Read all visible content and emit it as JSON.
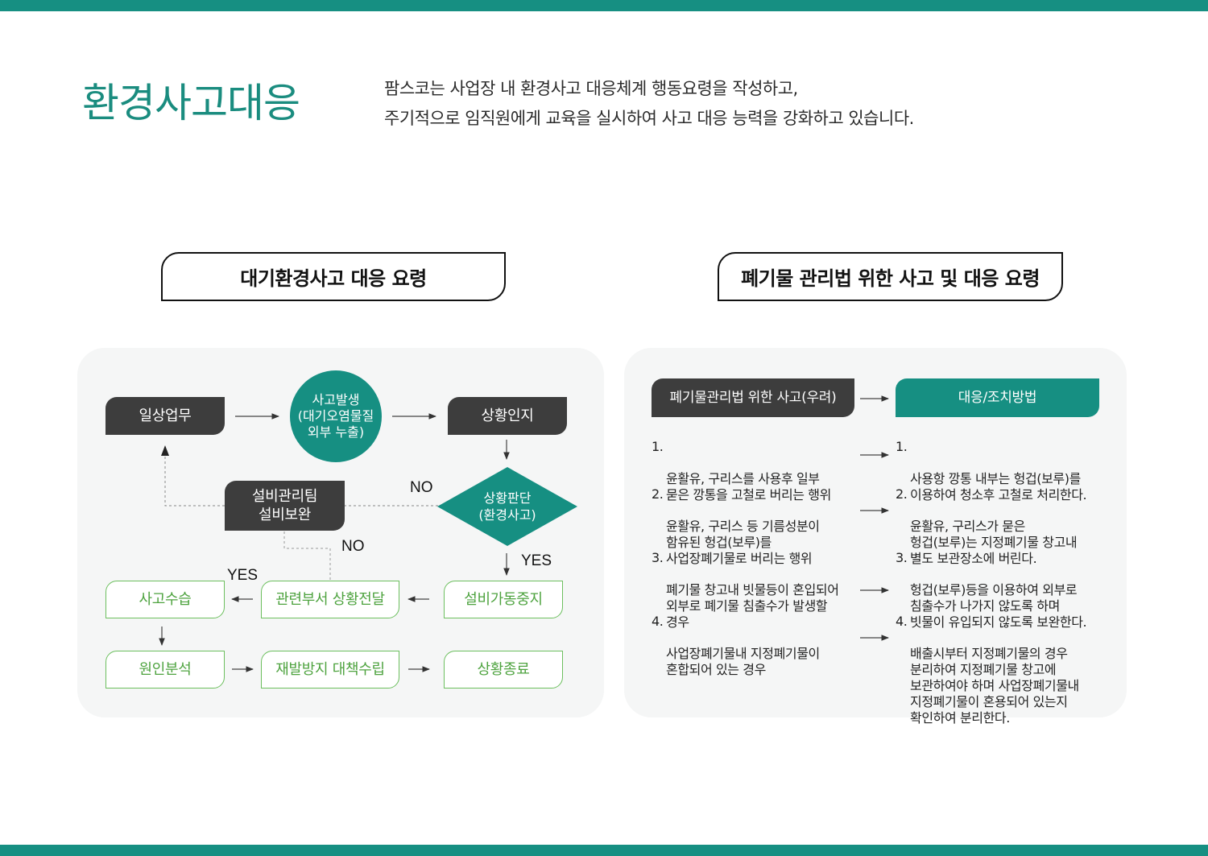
{
  "header": {
    "title": "환경사고대응",
    "intro_lines": [
      "팜스코는 사업장 내 환경사고 대응체계 행동요령을 작성하고,",
      "주기적으로 임직원에게 교육을 실시하여 사고 대응 능력을 강화하고 있습니다."
    ]
  },
  "colors": {
    "accent_teal": "#168f82",
    "dark_box": "#3d3d3d",
    "green_outline": "#6cbf5e",
    "green_text": "#4ea33f",
    "panel_bg": "#f5f6f6"
  },
  "left_section": {
    "title": "대기환경사고 대응 요령",
    "flow": {
      "daily_work": "일상업무",
      "accident_occurrence": [
        "사고발생",
        "(대기오염물질",
        "외부 누출)"
      ],
      "situation_recognition": "상황인지",
      "situation_judgment": [
        "상황판단",
        "(환경사고)"
      ],
      "facility_team": [
        "설비관리팀",
        "설비보완"
      ],
      "stop_operation": "설비가동중지",
      "notify_departments": "관련부서 상황전달",
      "accident_recovery": "사고수습",
      "cause_analysis": "원인분석",
      "prevention_plan": "재발방지 대책수립",
      "situation_end": "상황종료",
      "labels": {
        "no_1": "NO",
        "no_2": "NO",
        "yes_1": "YES",
        "yes_2": "YES"
      }
    }
  },
  "right_section": {
    "title": "폐기물 관리법 위한 사고 및 대응 요령",
    "col_headers": {
      "left": "폐기물관리법 위한 사고(우려)",
      "right": "대응/조치방법"
    },
    "rows": [
      {
        "num": "1.",
        "accident": "윤활유, 구리스를 사용후 일부\n묻은 깡통을 고철로 버리는 행위",
        "response": "사용항 깡통 내부는 헝겁(보루)를\n이용하여 청소후 고철로 처리한다."
      },
      {
        "num": "2.",
        "accident": "윤활유, 구리스 등 기름성분이\n함유된 헝겁(보루)를\n사업장폐기물로 버리는 행위",
        "response": "윤활유, 구리스가 묻은\n헝겁(보루)는 지정폐기물 창고내\n별도 보관장소에 버린다."
      },
      {
        "num": "3.",
        "accident": "폐기물 창고내 빗물등이 혼입되어\n외부로 폐기물 침출수가 발생할\n경우",
        "response": "헝겁(보루)등을 이용하여 외부로\n침출수가 나가지 않도록 하며\n빗물이 유입되지 않도록 보완한다."
      },
      {
        "num": "4.",
        "accident": "사업장폐기물내 지정폐기물이\n혼합되어 있는 경우",
        "response": "배출시부터 지정폐기물의 경우\n분리하여 지정폐기물 창고에\n보관하여야 하며 사업장폐기물내\n지정폐기물이 혼용되어 있는지\n확인하여 분리한다."
      }
    ]
  }
}
